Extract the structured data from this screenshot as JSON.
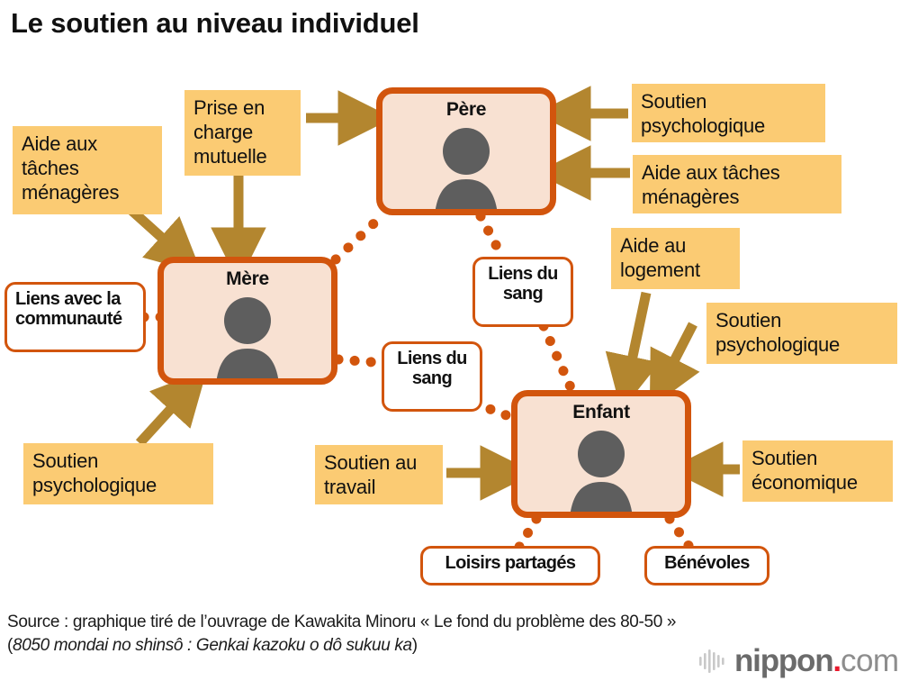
{
  "title": "Le soutien au niveau individuel",
  "colors": {
    "node_fill": "#F8E1D2",
    "node_border": "#D2550D",
    "support_box_fill": "#FBCB73",
    "arrow": "#B3862F",
    "link_dot": "#D2550D",
    "person_silhouette": "#5E5E5E",
    "text": "#111111",
    "logo_accent": "#E8192C"
  },
  "nodes": [
    {
      "id": "pere",
      "label": "Père"
    },
    {
      "id": "mere",
      "label": "Mère"
    },
    {
      "id": "enfant",
      "label": "Enfant"
    }
  ],
  "support_boxes": [
    {
      "id": "aide-taches-menageres-mere",
      "target": "mere",
      "text": "Aide aux tâches ménagères"
    },
    {
      "id": "prise-en-charge-mutuelle",
      "target": "mere",
      "text": "Prise en charge mutuelle"
    },
    {
      "id": "soutien-psychologique-pere",
      "target": "pere",
      "text": "Soutien psychologique"
    },
    {
      "id": "aide-taches-menageres-pere",
      "target": "pere",
      "text": "Aide aux tâches ménagères"
    },
    {
      "id": "aide-au-logement",
      "target": "enfant",
      "text": "Aide au logement"
    },
    {
      "id": "soutien-psychologique-enfant",
      "target": "enfant",
      "text": "Soutien psychologique"
    },
    {
      "id": "soutien-psychologique-mere",
      "target": "mere",
      "text": "Soutien psychologique"
    },
    {
      "id": "soutien-au-travail",
      "target": "enfant",
      "text": "Soutien au travail"
    },
    {
      "id": "soutien-economique",
      "target": "enfant",
      "text": "Soutien économique"
    }
  ],
  "link_labels": [
    {
      "id": "liens-communaute",
      "between": "mere-community",
      "text": "Liens avec la communauté"
    },
    {
      "id": "liens-du-sang-pere",
      "between": "pere-enfant",
      "text": "Liens du sang"
    },
    {
      "id": "liens-du-sang-mere",
      "between": "mere-enfant",
      "text": "Liens du sang"
    },
    {
      "id": "loisirs-partages",
      "between": "enfant-leisure",
      "text": "Loisirs partagés"
    },
    {
      "id": "benevoles",
      "between": "enfant-volunteer",
      "text": "Bénévoles"
    }
  ],
  "footer": {
    "source_prefix": "Source : graphique tiré de l’ouvrage de Kawakita Minoru « Le fond du problème des 80-50 » (",
    "source_italic": "8050 mondai no shinsô : Genkai kazoku o dô sukuu ka",
    "source_suffix": ")",
    "logo_name": "nippon",
    "logo_dot": ".",
    "logo_tld": "com"
  }
}
